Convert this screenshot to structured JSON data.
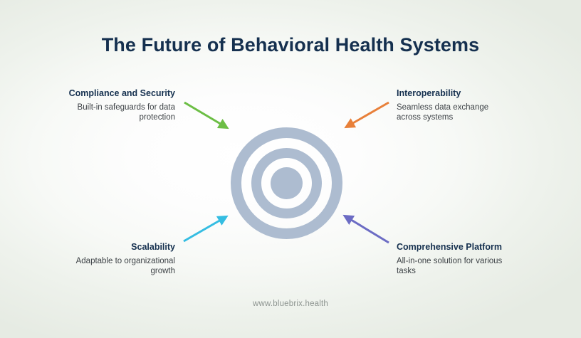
{
  "slide": {
    "title": "The Future of Behavioral Health Systems",
    "footer_url": "www.bluebrix.health",
    "colors": {
      "title_navy": "#15304f",
      "body_gray": "#3d4246",
      "footer_gray": "#8d9490",
      "target_blue_gray": "#adbcd0",
      "background_sage": "#e2e8e0",
      "background_center": "#ffffff"
    }
  },
  "callouts": [
    {
      "id": "compliance",
      "title": "Compliance and Security",
      "description": "Built-in safeguards for data protection",
      "align": "right",
      "arrow_color": "#6cbe45",
      "arrow_name": "green-arrow"
    },
    {
      "id": "interoperability",
      "title": "Interoperability",
      "description": "Seamless data exchange across systems",
      "align": "left",
      "arrow_color": "#e8803a",
      "arrow_name": "orange-arrow"
    },
    {
      "id": "scalability",
      "title": "Scalability",
      "description": "Adaptable to organizational growth",
      "align": "right",
      "arrow_color": "#35bde2",
      "arrow_name": "cyan-arrow"
    },
    {
      "id": "comprehensive",
      "title": "Comprehensive Platform",
      "description": "All-in-one solution for various tasks",
      "align": "left",
      "arrow_color": "#6c6cc4",
      "arrow_name": "purple-arrow"
    }
  ],
  "target": {
    "label": "concentric-target-rings",
    "ring_count": 3
  }
}
